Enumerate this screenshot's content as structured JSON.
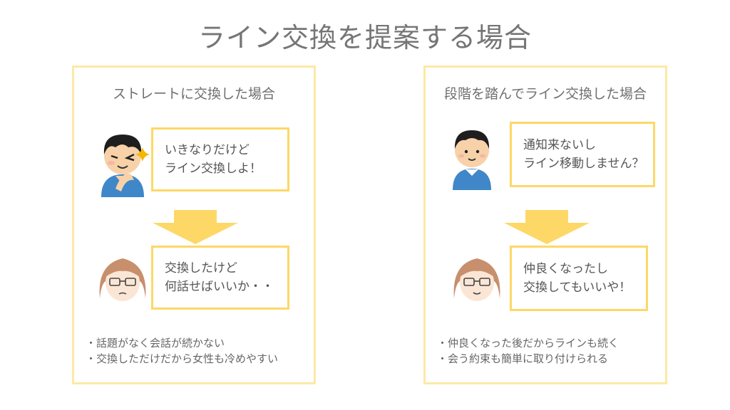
{
  "title": "ライン交換を提案する場合",
  "left_panel": {
    "heading": "ストレートに交換した場合",
    "man_speech": [
      "いきなりだけど",
      "ライン交換しよ！"
    ],
    "woman_speech": [
      "交換したけど",
      "何話せばいいか・・"
    ],
    "notes": [
      "・話題がなく会話が続かない",
      "・交換しただけだから女性も冷めやすい"
    ]
  },
  "right_panel": {
    "heading": "段階を踏んでライン交換した場合",
    "man_speech": [
      "通知来ないし",
      "ライン移動しません？"
    ],
    "woman_speech": [
      "仲良くなったし",
      "交換してもいいや！"
    ],
    "notes": [
      "・仲良くなった後だからラインも続く",
      "・会う約束も簡単に取り付けられる"
    ]
  },
  "colors": {
    "panel_border": "#fde9a6",
    "bubble_border": "#fdd867",
    "arrow": "#fdd867",
    "shirt": "#3f87c9",
    "sparkle": "#f5b800"
  },
  "icons": [
    "sparkle-icon",
    "down-arrow-icon",
    "man-illustration",
    "woman-illustration"
  ]
}
